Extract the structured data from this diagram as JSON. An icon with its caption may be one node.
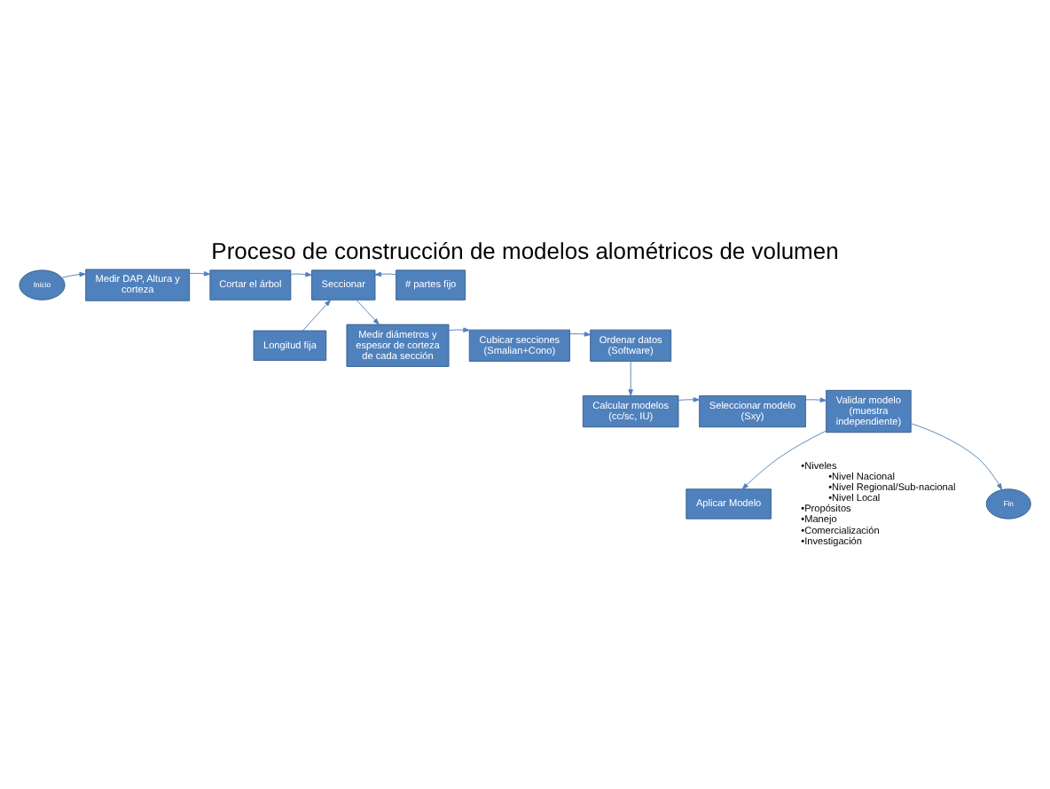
{
  "diagram": {
    "title": "Proceso de construcción de modelos alométricos de volumen",
    "nodes": [
      {
        "text": [
          "Inicio"
        ]
      },
      {
        "text": [
          "Medir DAP, Altura y corteza"
        ]
      },
      {
        "text": [
          "Cortar el árbol"
        ]
      },
      {
        "text": [
          "Seccionar"
        ]
      },
      {
        "text": [
          "# partes fijo"
        ]
      },
      {
        "text": [
          "Longitud fija"
        ]
      },
      {
        "text": [
          "Medir diámetros y espesor de corteza de cada sección"
        ]
      },
      {
        "text": [
          "Cubicar secciones (Smalian+Cono)"
        ]
      },
      {
        "text": [
          "Ordenar datos (Software)"
        ]
      },
      {
        "text": [
          "Calcular modelos (cc/sc, IU)"
        ]
      },
      {
        "text": [
          "Seleccionar modelo (Sxy)"
        ]
      },
      {
        "text": [
          "Validar modelo (muestra independiente)"
        ]
      },
      {
        "text": [
          "Aplicar Modelo"
        ]
      },
      {
        "text": [
          "Fin"
        ]
      }
    ],
    "edges": [
      {
        "from": 0,
        "to": 1,
        "arrow": "to"
      },
      {
        "from": 1,
        "to": 2,
        "arrow": "to"
      },
      {
        "from": 2,
        "to": 3,
        "arrow": "to"
      },
      {
        "from": 4,
        "to": 3,
        "arrow": "to"
      },
      {
        "from": 5,
        "to": 3,
        "arrow": "to"
      },
      {
        "from": 3,
        "to": 6,
        "arrow": "to"
      },
      {
        "from": 6,
        "to": 7,
        "arrow": "to"
      },
      {
        "from": 7,
        "to": 8,
        "arrow": "to"
      },
      {
        "from": 8,
        "to": 9,
        "arrow": "to"
      },
      {
        "from": 9,
        "to": 10,
        "arrow": "to"
      },
      {
        "from": 10,
        "to": 11,
        "arrow": "to"
      },
      {
        "from": 11,
        "to": 12,
        "arrow": "to"
      },
      {
        "from": 11,
        "to": 13,
        "arrow": "to"
      }
    ],
    "labels": [
      "•Niveles",
      "•Nivel Nacional",
      "•Nivel Regional/Sub-nacional",
      "•Nivel Local",
      "•Propósitos",
      "•Manejo",
      "•Comercialización",
      "•Investigación"
    ]
  }
}
